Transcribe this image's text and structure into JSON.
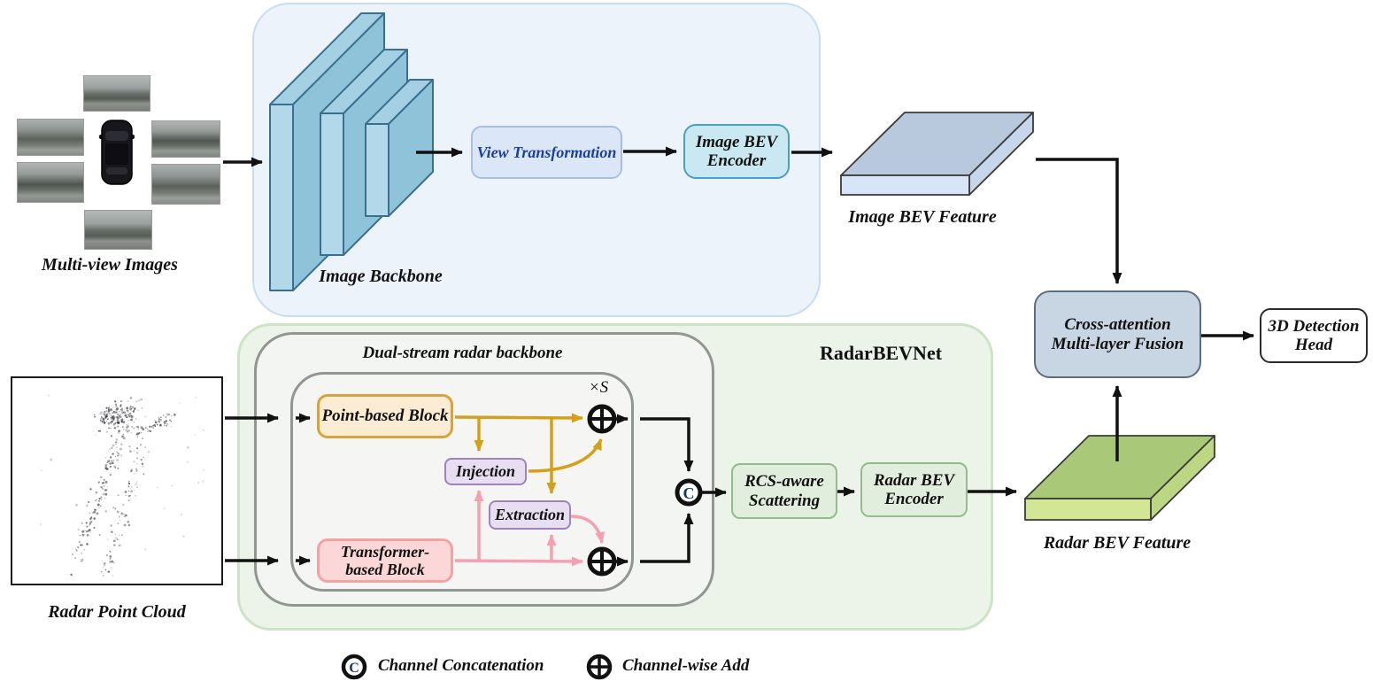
{
  "diagram": {
    "inputs": {
      "multi_view_label": "Multi-view Images",
      "radar_point_cloud_label": "Radar Point Cloud"
    },
    "camera_branch": {
      "backbone_label": "Image Backbone",
      "view_transformation_label": "View Transformation",
      "bev_encoder_line1": "Image BEV",
      "bev_encoder_line2": "Encoder",
      "bev_feature_label": "Image BEV Feature"
    },
    "radar_branch": {
      "region_title": "RadarBEVNet",
      "backbone_title": "Dual-stream radar backbone",
      "point_block_label": "Point-based Block",
      "injection_label": "Injection",
      "extraction_label": "Extraction",
      "transformer_line1": "Transformer-",
      "transformer_line2": "based Block",
      "repeat_label": "×S",
      "rcs_line1": "RCS-aware",
      "rcs_line2": "Scattering",
      "bev_encoder_line1": "Radar BEV",
      "bev_encoder_line2": "Encoder",
      "bev_feature_label": "Radar BEV Feature"
    },
    "fusion": {
      "fusion_line1": "Cross-attention",
      "fusion_line2": "Multi-layer Fusion",
      "head_line1": "3D Detection",
      "head_line2": "Head"
    },
    "legend": {
      "concat_symbol": "C",
      "concat_label": "Channel Concatenation",
      "add_label": "Channel-wise Add"
    },
    "colors": {
      "camera-region-fill": "#edf3fb",
      "camera-region-border": "#c9dcf2",
      "radar-region-fill": "#ecf4e9",
      "radar-region-border": "#cde3c6",
      "gray-border": "#919693",
      "vt-fill": "#dbe6f7",
      "vt-border": "#a9bedf",
      "vt-text": "#1b3f9e",
      "cyan-fill": "#c9e8f1",
      "cyan-border": "#4e9fba",
      "fusion-fill": "#c8d5e2",
      "fusion-border": "#5c6e7e",
      "point-fill": "#fcecd4",
      "point-border": "#d8a33c",
      "purple-fill": "#e7dff1",
      "purple-border": "#9c84ba",
      "transformer-fill": "#fbd7d7",
      "transformer-border": "#f2a3a3",
      "rgreen-fill": "#e2eedd",
      "rgreen-border": "#93bb8b",
      "gold-arrow": "#d4a017",
      "pink-arrow": "#f5a0b0",
      "backbone-front": "#b3d8e9",
      "backbone-side": "#8fc3da",
      "backbone-top": "#a5cfe2",
      "backbone-stroke": "#39708f",
      "image-slab-top": "#b8c9de",
      "image-slab-front": "#d6e5f7",
      "image-slab-side": "#c6d7ec",
      "radar-slab-top": "#a9c878",
      "radar-slab-front": "#d3e695",
      "radar-slab-side": "#bcd683"
    }
  }
}
